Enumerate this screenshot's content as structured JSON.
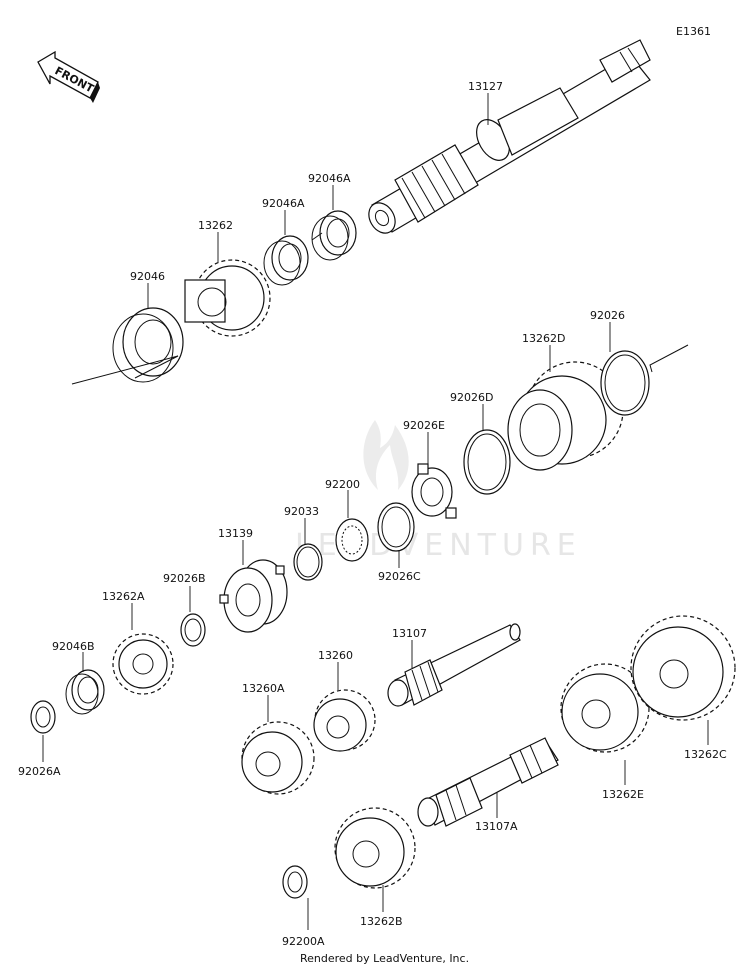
{
  "diagram_code": "E1361",
  "front_label": "FRONT",
  "footer": "Rendered by LeadVenture, Inc.",
  "watermark": "LEADVENTURE",
  "parts": {
    "p13127": "13127",
    "p92046A_1": "92046A",
    "p92046A_2": "92046A",
    "p13262": "13262",
    "p92046": "92046",
    "p13262D": "13262D",
    "p92026": "92026",
    "p92026D": "92026D",
    "p92026E": "92026E",
    "p92200": "92200",
    "p92033": "92033",
    "p92026C": "92026C",
    "p13139": "13139",
    "p92026B": "92026B",
    "p13262A": "13262A",
    "p92046B": "92046B",
    "p92026A": "92026A",
    "p13107": "13107",
    "p13260": "13260",
    "p13260A": "13260A",
    "p13107A": "13107A",
    "p13262E": "13262E",
    "p13262C": "13262C",
    "p13262B": "13262B",
    "p92200A": "92200A"
  }
}
